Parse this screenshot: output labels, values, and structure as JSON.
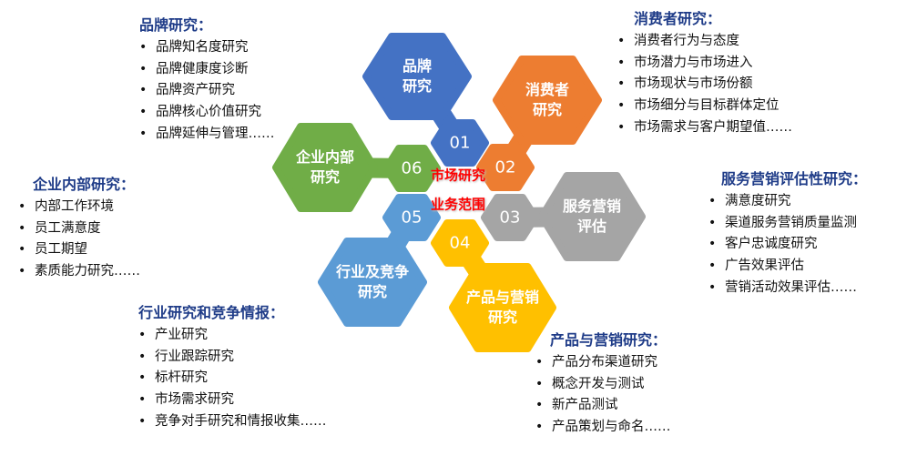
{
  "center": {
    "line1": "市场研究",
    "line2": "业务范围"
  },
  "segments": [
    {
      "num": "01",
      "l1": "品牌",
      "l2": "研究",
      "color": "#4472c4"
    },
    {
      "num": "02",
      "l1": "消费者",
      "l2": "研究",
      "color": "#ed7d31"
    },
    {
      "num": "03",
      "l1": "服务营销",
      "l2": "评估",
      "color": "#a5a5a5"
    },
    {
      "num": "04",
      "l1": "产品与营销",
      "l2": "研究",
      "color": "#ffc000"
    },
    {
      "num": "05",
      "l1": "行业及竞争",
      "l2": "研究",
      "color": "#5b9bd5"
    },
    {
      "num": "06",
      "l1": "企业内部",
      "l2": "研究",
      "color": "#70ad47"
    }
  ],
  "blocks": {
    "brand": {
      "title": "品牌研究：",
      "items": [
        "品牌知名度研究",
        "品牌健康度诊断",
        "品牌资产研究",
        "品牌核心价值研究",
        "品牌延伸与管理……"
      ]
    },
    "consumer": {
      "title": "消费者研究：",
      "items": [
        "消费者行为与态度",
        "市场潜力与市场进入",
        "市场现状与市场份额",
        "市场细分与目标群体定位",
        "市场需求与客户期望值……"
      ]
    },
    "service": {
      "title": "服务营销评估性研究：",
      "items": [
        "满意度研究",
        "渠道服务营销质量监测",
        "客户忠诚度研究",
        "广告效果评估",
        "营销活动效果评估……"
      ]
    },
    "product": {
      "title": "产品与营销研究：",
      "items": [
        "产品分布渠道研究",
        "概念开发与测试",
        "新产品测试",
        "产品策划与命名……"
      ]
    },
    "industry": {
      "title": "行业研究和竞争情报：",
      "items": [
        "产业研究",
        "行业跟踪研究",
        "标杆研究",
        "市场需求研究",
        "竞争对手研究和情报收集……"
      ]
    },
    "internal": {
      "title": "企业内部研究：",
      "items": [
        "内部工作环境",
        "员工满意度",
        "员工期望",
        "素质能力研究……"
      ]
    }
  }
}
